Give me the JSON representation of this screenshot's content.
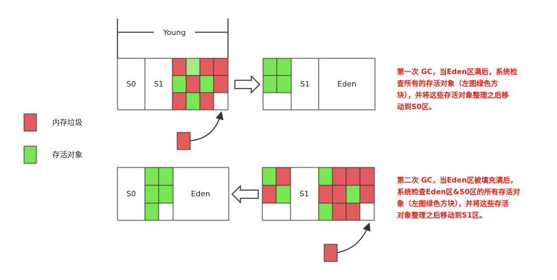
{
  "colors": {
    "garbage": "#e35b5f",
    "alive": "#79e654",
    "alive_light": "#a6ea86",
    "stroke": "#333333",
    "note_text": "#e0201a"
  },
  "labels": {
    "young": "Young",
    "s0": "S0",
    "s1": "S1",
    "eden": "Eden"
  },
  "legend": {
    "garbage": "内存垃圾",
    "alive": "存活对象"
  },
  "notes": {
    "first_gc": [
      "第一次 GC，当Eden区满后，系统检",
      "查所有的存活对象（左图绿色方",
      "块），并将这些存活对象整理之后移",
      "动到S0区。"
    ],
    "second_gc": [
      "第二次 GC，当Eden区被填充满后，",
      "系统检查Eden区&S0区的所有存活对",
      "象（左图绿色方块），并将这些存活",
      "对象整理之后移动到S1区。"
    ]
  },
  "icons": {
    "arrow": "hollow-right-arrow",
    "curved_arrow": "curved-arrow"
  }
}
